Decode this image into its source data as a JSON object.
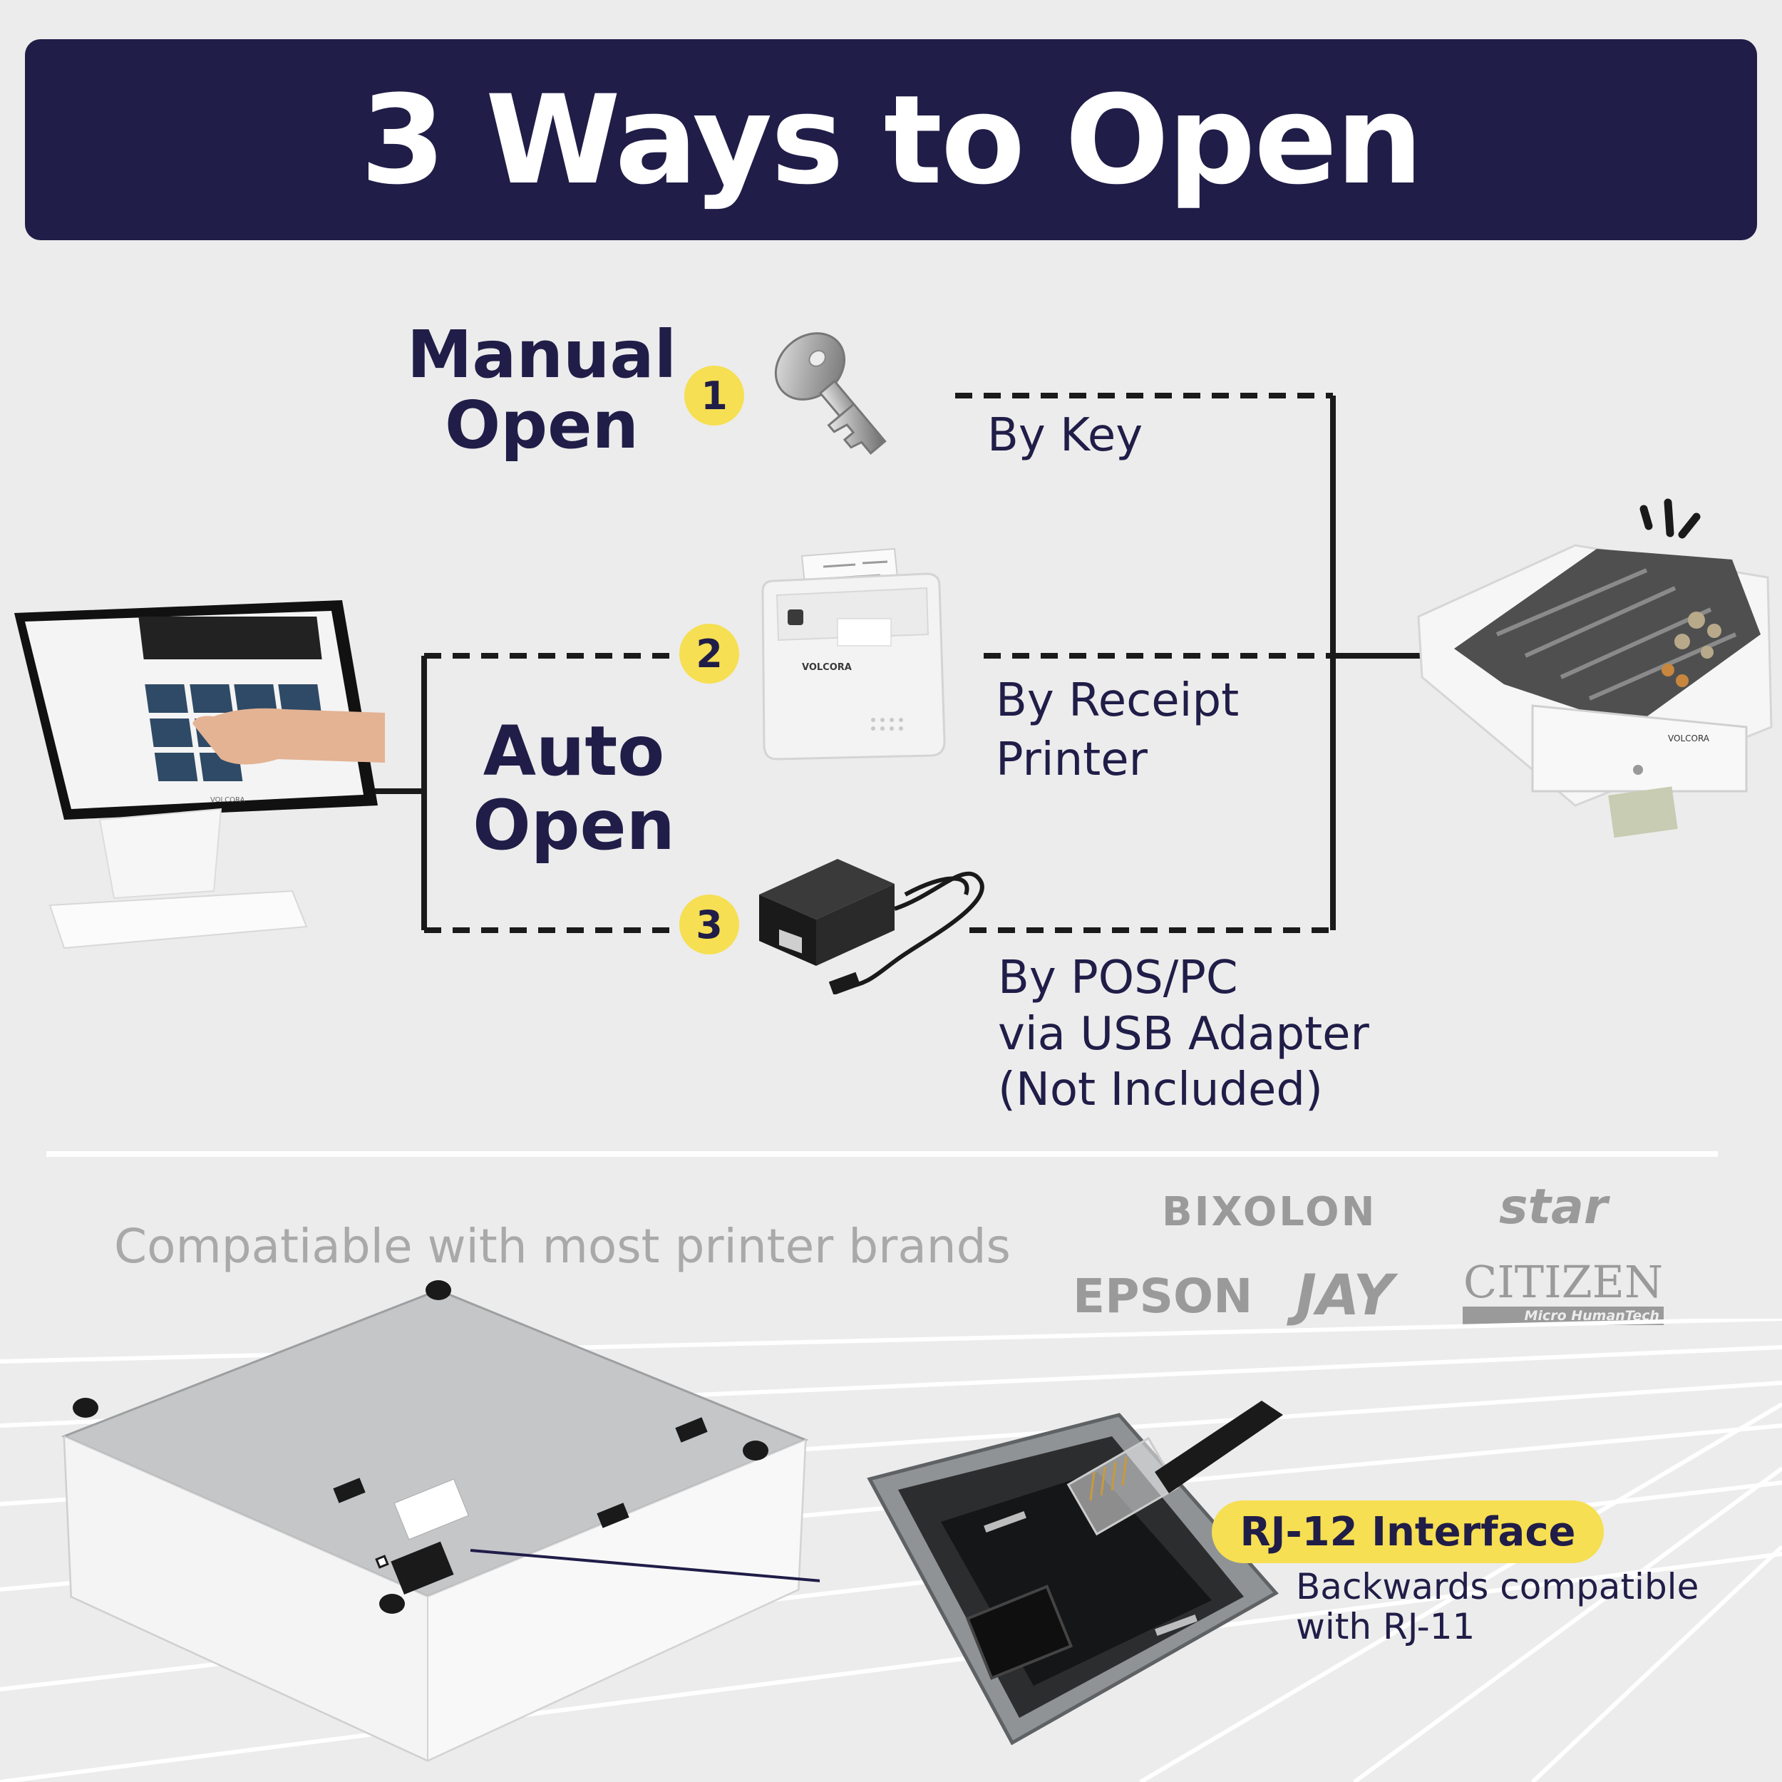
{
  "title": "3 Ways to Open",
  "manual": {
    "title_line1": "Manual",
    "title_line2": "Open"
  },
  "auto": {
    "title_line1": "Auto",
    "title_line2": "Open"
  },
  "methods": [
    {
      "number": "1",
      "icon": "key-icon",
      "label_lines": [
        "By Key"
      ]
    },
    {
      "number": "2",
      "icon": "receipt-printer-icon",
      "label_lines": [
        "By Receipt",
        "Printer"
      ]
    },
    {
      "number": "3",
      "icon": "usb-adapter-icon",
      "label_lines": [
        "By POS/PC",
        "via USB Adapter",
        "(Not Included)"
      ]
    }
  ],
  "device_branding": {
    "printer_brand": "VOLCORA",
    "drawer_brand": "VOLCORA",
    "pos_brand": "VOLCORA"
  },
  "compatibility": {
    "text": "Compatiable with most printer brands",
    "brands": [
      "BIXOLON",
      "star",
      "EPSON",
      "JAY",
      "CITIZEN"
    ],
    "citizen_tagline": "Micro HumanTech"
  },
  "interface": {
    "label": "RJ-12 Interface",
    "note_line1": "Backwards compatible",
    "note_line2": "with RJ-11"
  },
  "colors": {
    "navy": "#201d48",
    "yellow": "#f6df52",
    "background": "#ececec"
  }
}
